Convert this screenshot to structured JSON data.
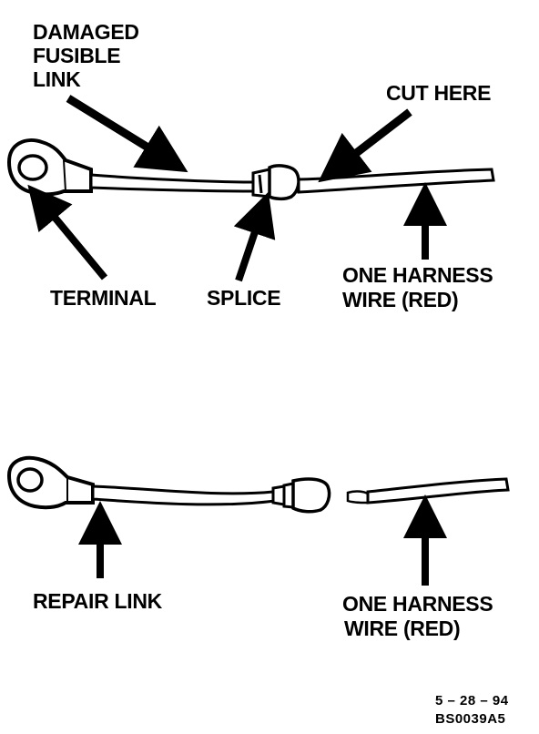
{
  "labels": {
    "damaged_fusible_link": [
      "DAMAGED",
      "FUSIBLE",
      "LINK"
    ],
    "cut_here": "CUT HERE",
    "terminal": "TERMINAL",
    "splice": "SPLICE",
    "one_harness_wire_top": [
      "ONE HARNESS",
      "WIRE (RED)"
    ],
    "repair_link": "REPAIR LINK",
    "one_harness_wire_bottom": [
      "ONE HARNESS",
      "WIRE (RED)"
    ]
  },
  "footer": {
    "date": "5 – 28 – 94",
    "code": "BS0039A5"
  }
}
